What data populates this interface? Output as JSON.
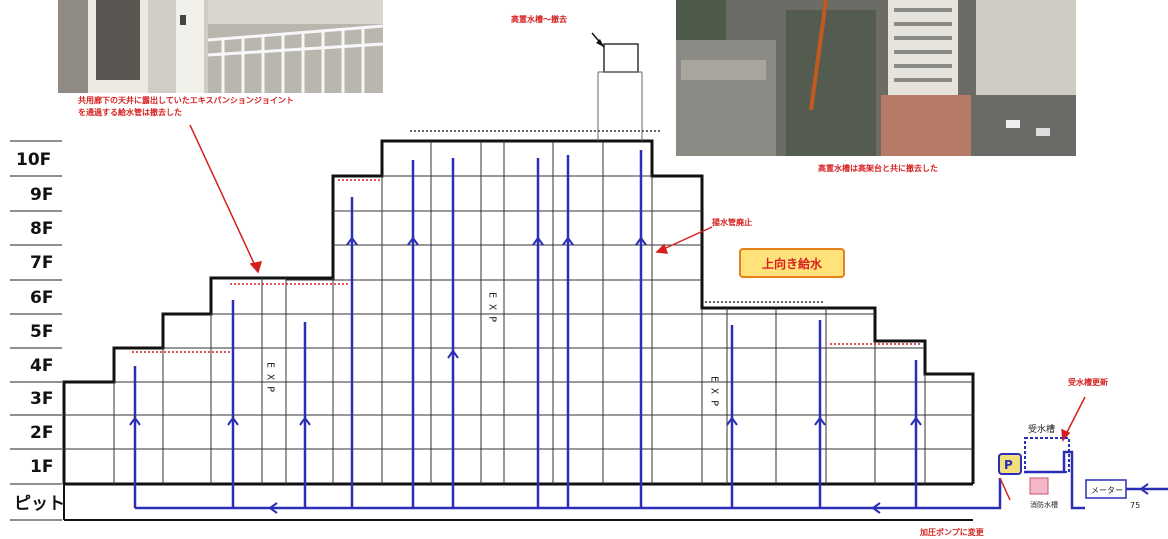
{
  "floors": [
    "10F",
    "9F",
    "8F",
    "7F",
    "6F",
    "5F",
    "4F",
    "3F",
    "2F",
    "1F",
    "ピット"
  ],
  "exp_label": "E X P",
  "annotations": {
    "corridor_note_line1": "共用廊下の天井に露出していたエキスパンションジョイント",
    "corridor_note_line2": "を通過する給水管は撤去した",
    "elevated_tank_removed": "高置水槽～撤去",
    "elevated_tank_note": "高置水槽は高架台と共に撤去した",
    "riser_stop": "揚水管廃止",
    "upward_supply": "上向き給水",
    "receiving_tank_update": "受水槽更新",
    "receiving_tank": "受水槽",
    "fire_tank": "消防水槽",
    "booster_pump": "加圧ポンプに変更",
    "pump_symbol": "P",
    "meter": "メーター",
    "pipe_size": "75"
  },
  "colors": {
    "pipe": "#2b2fb5",
    "annotation": "#d62020",
    "badge_fill": "#ffe27a",
    "badge_border": "#e87f1a",
    "pump_fill": "#f2e07a",
    "fire_tank_fill": "#f3b7c8"
  }
}
